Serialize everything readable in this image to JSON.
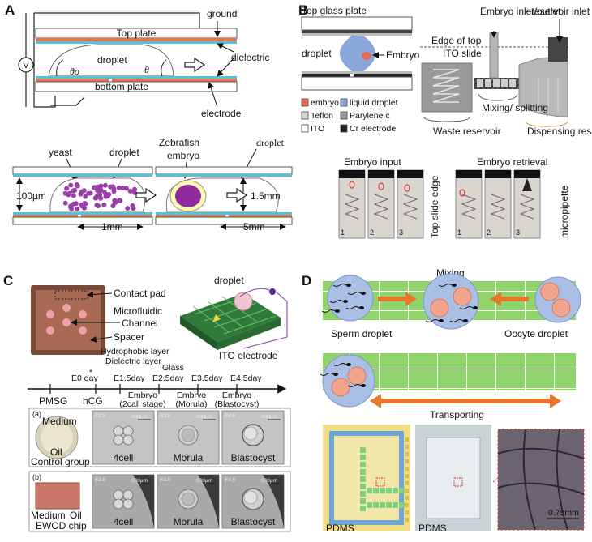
{
  "panels": {
    "a": {
      "letter": "A",
      "ground": "ground",
      "top_plate": "Top plate",
      "droplet": "droplet",
      "theta_o": "θo",
      "theta": "θ",
      "dielectric": "dielectric",
      "bottom_plate": "bottom plate",
      "electrode": "electrode",
      "voltage": "V",
      "yeast": "yeast",
      "droplet2": "droplet",
      "zebrafish": "Zebrafish",
      "embryo": "embryo",
      "droplet3": "droplet",
      "dim_100um": "100µm",
      "dim_1_5mm": "1.5mm",
      "dim_1mm": "1mm",
      "dim_5mm": "5mm"
    },
    "b": {
      "letter": "B",
      "top_glass": "Top glass plate",
      "droplet": "droplet",
      "embryo": "Embryo",
      "embryo_inlet": "Embryo inlet/outlet",
      "reservoir_inlet": "reservoir inlet",
      "edge_of_top": "Edge of top",
      "ito_slide": "ITO slide",
      "legend": [
        "embryo",
        "liquid droplet",
        "Teflon",
        "Parylene c",
        "ITO",
        "Cr electrode"
      ],
      "waste": "Waste reservoir",
      "mixing": "Mixing/ splitting",
      "dispensing": "Dispensing reservoir",
      "embryo_input": "Embryo input",
      "embryo_retrieval": "Embryo retrieval",
      "top_slide_edge": "Top slide edge",
      "micropipette": "micropipette",
      "frames": [
        "1",
        "2",
        "3"
      ]
    },
    "c": {
      "letter": "C",
      "contact_pad": "Contact pad",
      "microfluidic": "Microfluidic",
      "channel": "Channel",
      "spacer": "Spacer",
      "hydrophobic": "Hydrophobic layer",
      "dielectric": "Dielectric layer",
      "glass": "Glass",
      "ito": "ITO electrode",
      "droplet": "droplet",
      "timeline_top": [
        "E0 day",
        "E1.5day",
        "E2.5day",
        "E3.5day",
        "E4.5day"
      ],
      "timeline_bottom": [
        "PMSG",
        "hCG"
      ],
      "embryo_stages": [
        "Embryo (2call stage)",
        "Embryo (Morula)",
        "Embryo (Blastocyst)"
      ],
      "control_labels": [
        "Medium",
        "Oil",
        "Control group"
      ],
      "ewod_labels": [
        "Medium",
        "Oil",
        "EWOD chip"
      ],
      "cells": [
        "4cell",
        "Morula",
        "Blastocyst"
      ],
      "cell_stage_codes": [
        "E2.5",
        "E3.5",
        "E4.5"
      ],
      "scale": "100µm",
      "row_a": "(a)",
      "row_b": "(b)"
    },
    "d": {
      "letter": "D",
      "mixing": "Mixing",
      "sperm": "Sperm droplet",
      "oocyte": "Oocyte droplet",
      "transporting": "Transporting",
      "pdms1": "PDMS",
      "pdms2": "PDMS",
      "scale": "0.75mm"
    }
  },
  "colors": {
    "electrode": "#e8754a",
    "dielectric": "#4fc3e0",
    "yeast": "#9b3fa8",
    "green_grid": "#8fd36a",
    "droplet_blue": "#a9bfe6",
    "oocyte": "#f2a48c",
    "arrow_orange": "#e8772e"
  }
}
